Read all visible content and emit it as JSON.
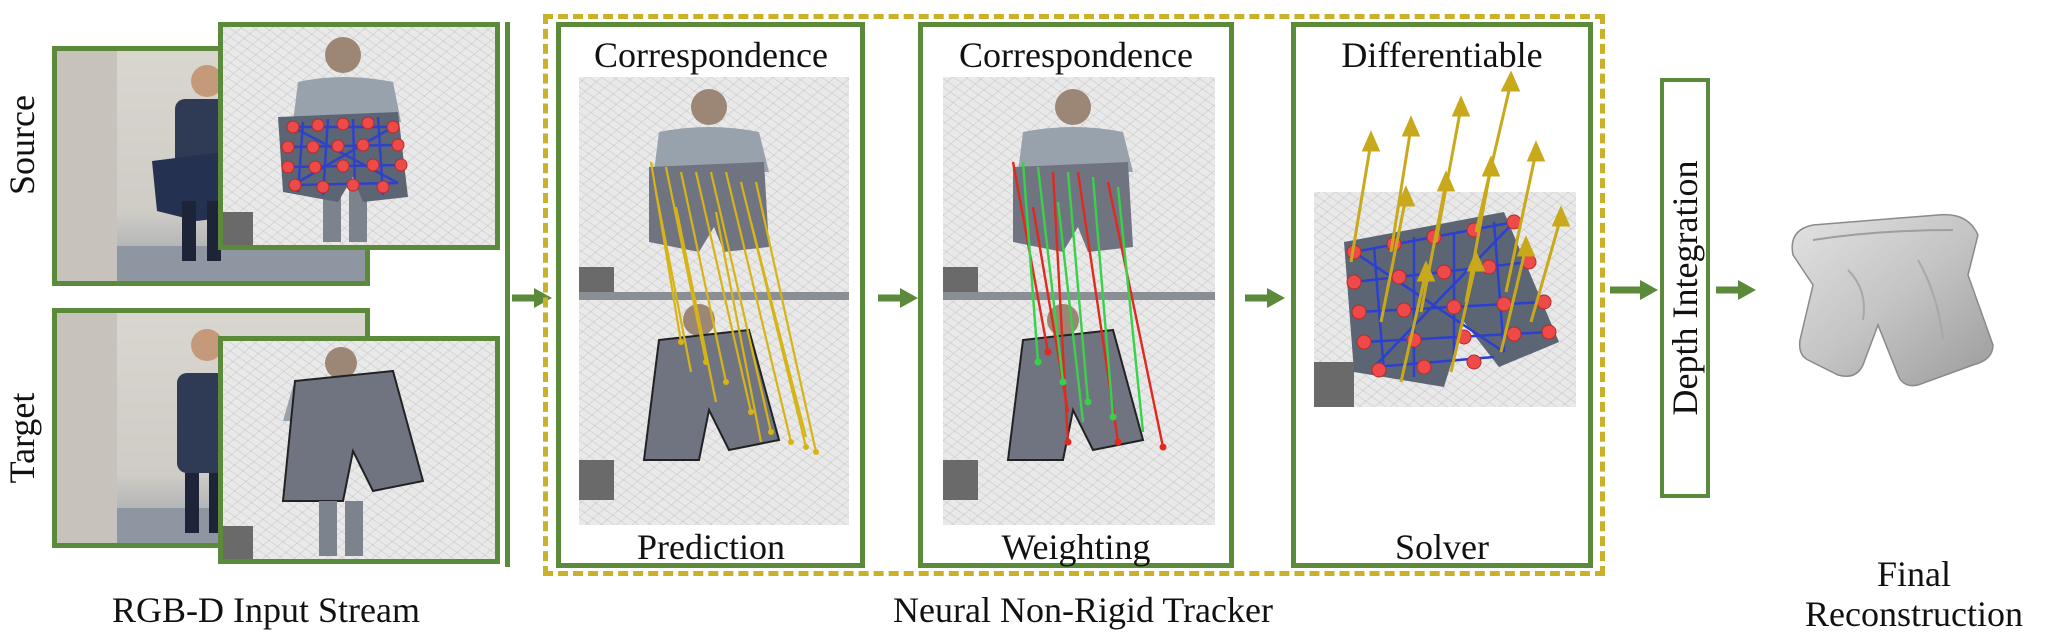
{
  "row_labels": {
    "source": "Source",
    "target": "Target"
  },
  "input_stage": {
    "caption": "RGB-D Input Stream"
  },
  "tracker": {
    "caption": "Neural Non-Rigid Tracker",
    "correspondence_prediction": {
      "top": "Correspondence",
      "bottom": "Prediction"
    },
    "correspondence_weighting": {
      "top": "Correspondence",
      "bottom": "Weighting"
    },
    "differentiable_solver": {
      "top": "Differentiable",
      "bottom": "Solver"
    }
  },
  "depth_integration": {
    "label": "Depth Integration"
  },
  "final": {
    "line1": "Final",
    "line2": "Reconstruction"
  },
  "colors": {
    "frame_green": "#5b8a3a",
    "dashed_gold": "#c9b22a",
    "arrow_green": "#5b8a3a",
    "match_yellow": "#d6b416",
    "match_red": "#e02a1f",
    "match_green": "#38d14a",
    "node_red": "#ee4a4a",
    "edge_blue": "#2b3fd0"
  }
}
